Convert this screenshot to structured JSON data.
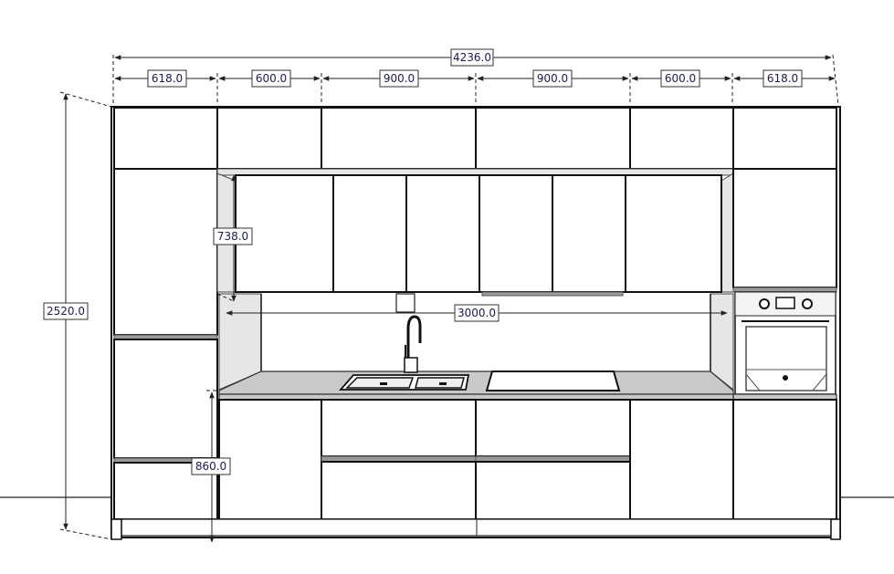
{
  "dimensions": {
    "total_width": "4236.0",
    "segments": [
      "618.0",
      "600.0",
      "900.0",
      "900.0",
      "600.0",
      "618.0"
    ],
    "total_height": "2520.0",
    "wall_cabinet_height": "738.0",
    "counter_run": "3000.0",
    "base_height": "860.0"
  },
  "colors": {
    "line": "#111111",
    "label_text": "#1a1a55",
    "rail": "#9a9a9a",
    "counter": "#c9c9c9"
  },
  "icons": [
    "faucet-icon",
    "sink-icon",
    "cooktop-icon",
    "oven-icon",
    "outlet-icon"
  ]
}
